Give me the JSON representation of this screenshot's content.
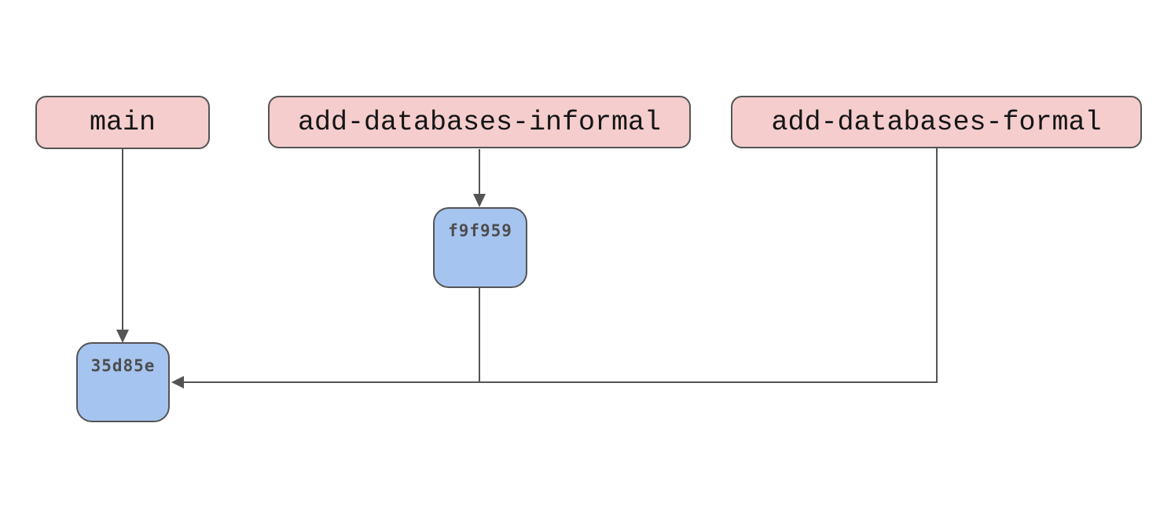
{
  "diagram": {
    "type": "git-graph",
    "branches": [
      {
        "label": "main"
      },
      {
        "label": "add-databases-informal"
      },
      {
        "label": "add-databases-formal"
      }
    ],
    "commits": [
      {
        "id": "35d85e",
        "branch": "main"
      },
      {
        "id": "f9f959",
        "branch": "add-databases-informal"
      }
    ],
    "edges": [
      {
        "from": "main",
        "to": "35d85e",
        "arrow": true
      },
      {
        "from": "add-databases-informal",
        "to": "f9f959",
        "arrow": true
      },
      {
        "from": "f9f959",
        "to": "35d85e",
        "arrow": true
      },
      {
        "from": "add-databases-formal",
        "to": "35d85e",
        "arrow": true
      }
    ],
    "colors": {
      "branch_fill": "#f5cdcd",
      "commit_fill": "#a6c4f0",
      "border": "#545454",
      "line": "#545454",
      "commit_text": "#4d4d4d",
      "label_text": "#151515",
      "background": "#ffffff"
    }
  }
}
